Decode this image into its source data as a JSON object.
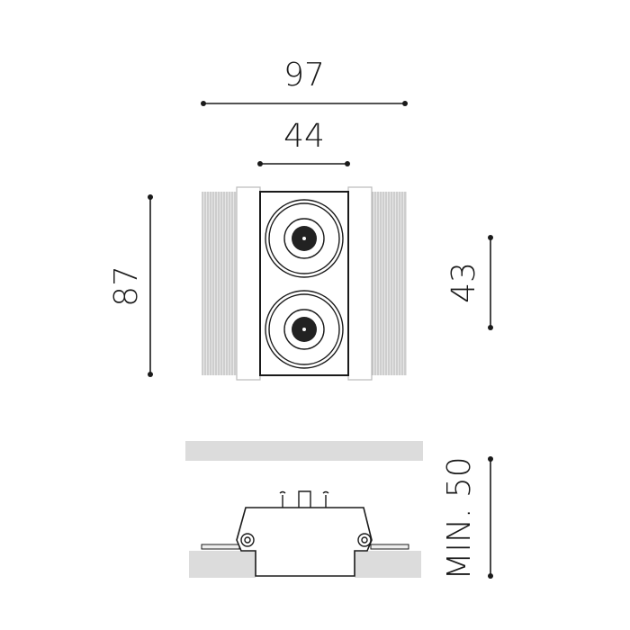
{
  "title": "Recessed twin spotlight dimension drawing",
  "dimensions": {
    "overall_width": "97",
    "inner_width": "44",
    "overall_height": "87",
    "module_height": "43",
    "recess_depth": "MIN. 50"
  },
  "colors": {
    "line": "#1a1a1a",
    "fill_gray": "#dcdcdc",
    "fin_gray": "#bdbdbd"
  }
}
